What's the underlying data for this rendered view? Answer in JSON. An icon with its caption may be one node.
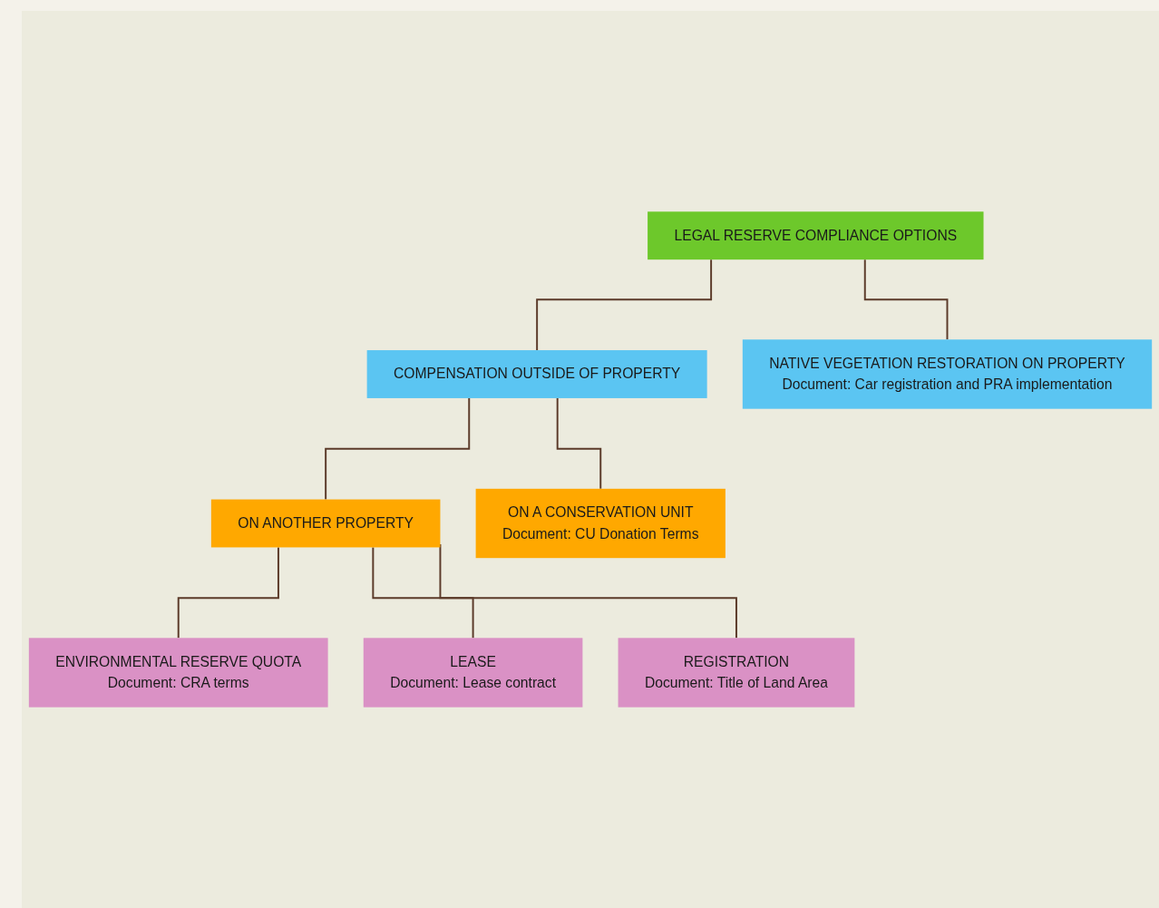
{
  "diagram": {
    "nodes": [
      {
        "text": [
          "LEGAL RESERVE COMPLIANCE OPTIONS"
        ]
      },
      {
        "text": [
          "COMPENSATION OUTSIDE OF PROPERTY"
        ]
      },
      {
        "text": [
          "NATIVE VEGETATION RESTORATION ON PROPERTY",
          "Document: Car registration and PRA implementation"
        ]
      },
      {
        "text": [
          "ON ANOTHER PROPERTY"
        ]
      },
      {
        "text": [
          "ON A CONSERVATION UNIT",
          "Document: CU Donation Terms"
        ]
      },
      {
        "text": [
          "ENVIRONMENTAL RESERVE QUOTA",
          "Document: CRA terms"
        ]
      },
      {
        "text": [
          "LEASE",
          "Document: Lease contract"
        ]
      },
      {
        "text": [
          "REGISTRATION",
          "Document: Title of Land Area"
        ]
      }
    ],
    "edges": [
      {
        "from": 0,
        "to": 1,
        "arrow": "none"
      },
      {
        "from": 0,
        "to": 2,
        "arrow": "none"
      },
      {
        "from": 1,
        "to": 3,
        "arrow": "none"
      },
      {
        "from": 1,
        "to": 4,
        "arrow": "none"
      },
      {
        "from": 3,
        "to": 5,
        "arrow": "none"
      },
      {
        "from": 3,
        "to": 6,
        "arrow": "none"
      },
      {
        "from": 3,
        "to": 7,
        "arrow": "none"
      }
    ]
  }
}
